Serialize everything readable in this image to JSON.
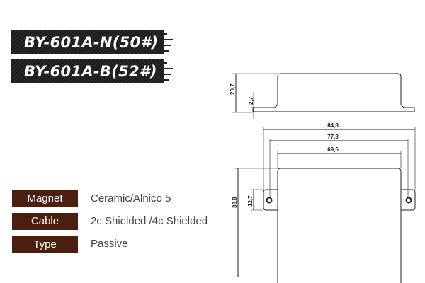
{
  "models": [
    "BY-601A-N(50#)",
    "BY-601A-B(52#)"
  ],
  "specs": [
    {
      "label": "Magnet",
      "value": "Ceramic/Alnico 5"
    },
    {
      "label": "Cable",
      "value": "2c Shielded /4c Shielded"
    },
    {
      "label": "Type",
      "value": "Passive"
    }
  ],
  "dimensions": {
    "height": "20,7",
    "flange": "2,7",
    "overall_width": "84,8",
    "mount_spacing": "77,3",
    "body_width": "69,6",
    "body_length": "38,8",
    "ear_width": "12,7"
  },
  "colors": {
    "label_bg": "#4a1f10",
    "banner_bg": "#1a1a1a"
  }
}
